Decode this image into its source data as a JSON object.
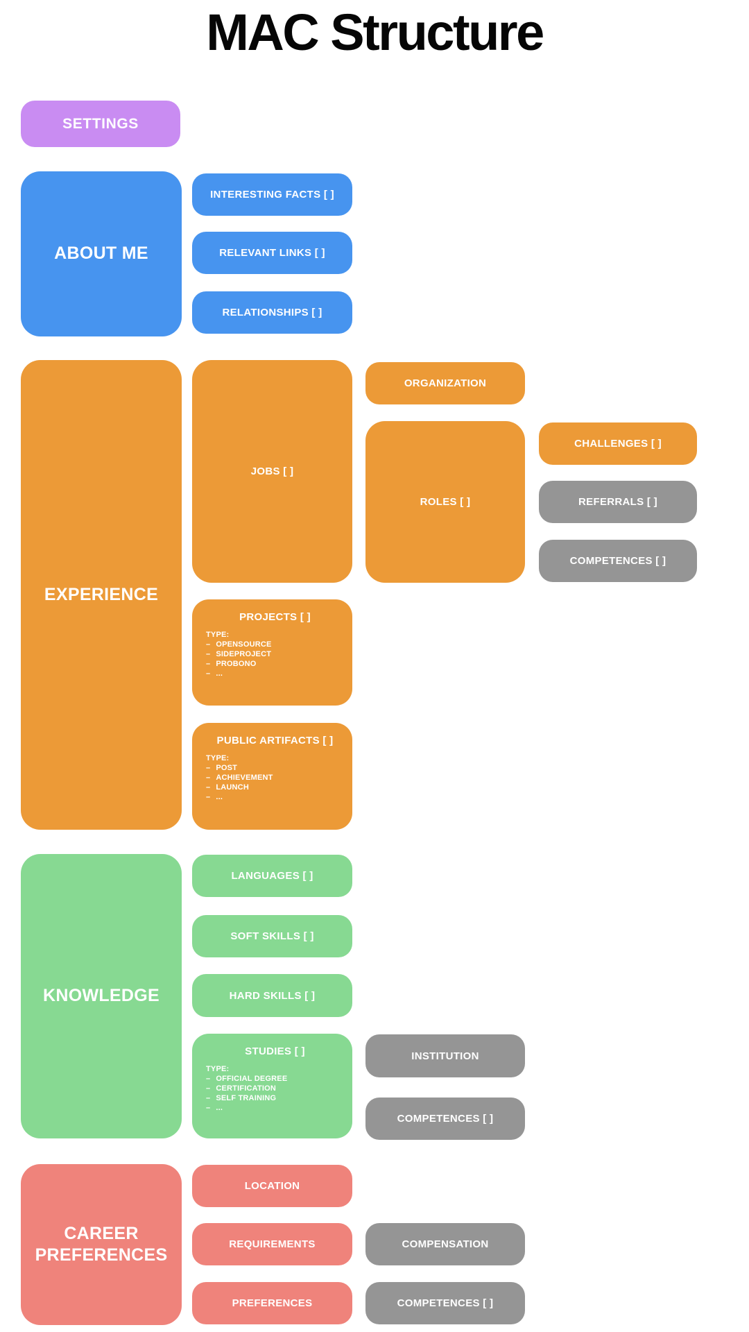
{
  "title": "MAC Structure",
  "colors": {
    "purple": "#c98cf2",
    "blue": "#4794ef",
    "orange": "#ec9a37",
    "gray": "#959595",
    "green": "#87d992",
    "salmon": "#ef837b",
    "text": "#ffffff",
    "title": "#060606",
    "bg": "#ffffff"
  },
  "settings": {
    "label": "SETTINGS"
  },
  "about": {
    "label": "ABOUT ME",
    "children": [
      {
        "label": "INTERESTING FACTS [ ]"
      },
      {
        "label": "RELEVANT LINKS [ ]"
      },
      {
        "label": "RELATIONSHIPS [ ]"
      }
    ]
  },
  "experience": {
    "label": "EXPERIENCE",
    "jobs": {
      "label": "JOBS [ ]"
    },
    "organization": {
      "label": "ORGANIZATION"
    },
    "roles": {
      "label": "ROLES [ ]"
    },
    "challenges": {
      "label": "CHALLENGES [ ]"
    },
    "referrals": {
      "label": "REFERRALS [ ]"
    },
    "competences": {
      "label": "COMPETENCES [ ]"
    },
    "projects": {
      "label": "PROJECTS [ ]",
      "type_heading": "TYPE:",
      "types": [
        "OPENSOURCE",
        "SIDEPROJECT",
        "PROBONO",
        "..."
      ]
    },
    "public_artifacts": {
      "label": "PUBLIC ARTIFACTS [ ]",
      "type_heading": "TYPE:",
      "types": [
        "POST",
        "ACHIEVEMENT",
        "LAUNCH",
        "..."
      ]
    }
  },
  "knowledge": {
    "label": "KNOWLEDGE",
    "languages": {
      "label": "LANGUAGES [ ]"
    },
    "soft_skills": {
      "label": "SOFT SKILLS [ ]"
    },
    "hard_skills": {
      "label": "HARD SKILLS [ ]"
    },
    "studies": {
      "label": "STUDIES [ ]",
      "type_heading": "TYPE:",
      "types": [
        "OFFICIAL DEGREE",
        "CERTIFICATION",
        "SELF TRAINING",
        "..."
      ]
    },
    "institution": {
      "label": "INSTITUTION"
    },
    "competences": {
      "label": "COMPETENCES [ ]"
    }
  },
  "career": {
    "label": "CAREER PREFERENCES",
    "location": {
      "label": "LOCATION"
    },
    "requirements": {
      "label": "REQUIREMENTS"
    },
    "preferences": {
      "label": "PREFERENCES"
    },
    "compensation": {
      "label": "COMPENSATION"
    },
    "competences": {
      "label": "COMPETENCES [ ]"
    }
  }
}
